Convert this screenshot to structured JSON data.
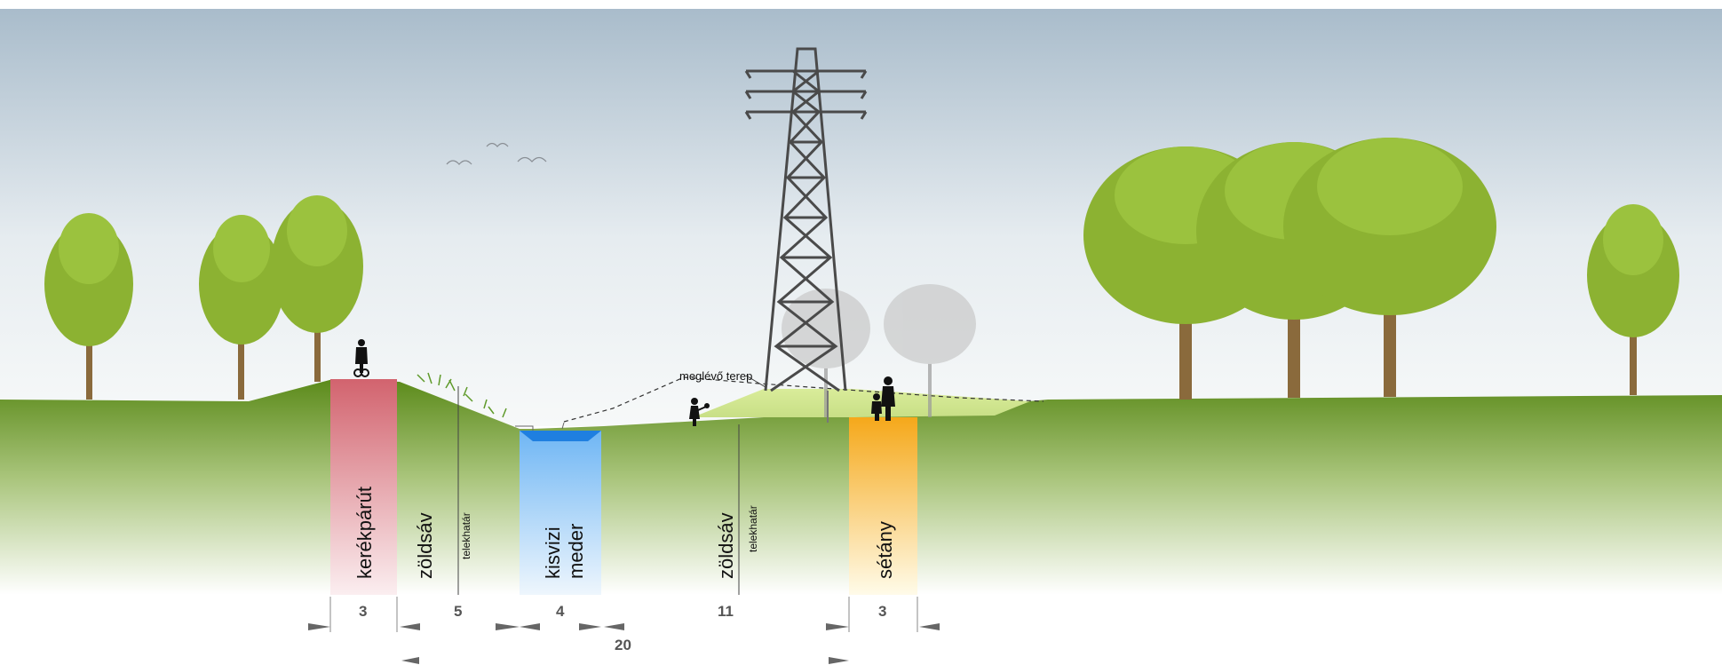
{
  "zones": {
    "kerekparut": "kerékpárút",
    "zoldsav_left": "zöldsáv",
    "telekhatar_left": "telekhatár",
    "kisvizi_line1": "kisvizi",
    "kisvizi_line2": "meder",
    "zoldsav_right": "zöldsáv",
    "telekhatar_right": "telekhatár",
    "setany": "sétány"
  },
  "annotation": {
    "meglevo_terep": "meglévő terep"
  },
  "dimensions": {
    "kerekparut_width": "3",
    "zoldsav_left_width": "5",
    "meder_width": "4",
    "zoldsav_right_width": "11",
    "setany_width": "3",
    "total_width": "20"
  },
  "colors": {
    "ground": "#5f8d1c",
    "tree_foliage": "#8cb232",
    "tree_trunk": "#8a6a3c",
    "bike_path": "#d9727c",
    "water": "#5aa6f0",
    "promenade": "#f6b024",
    "pylon": "#4a4a4a"
  }
}
